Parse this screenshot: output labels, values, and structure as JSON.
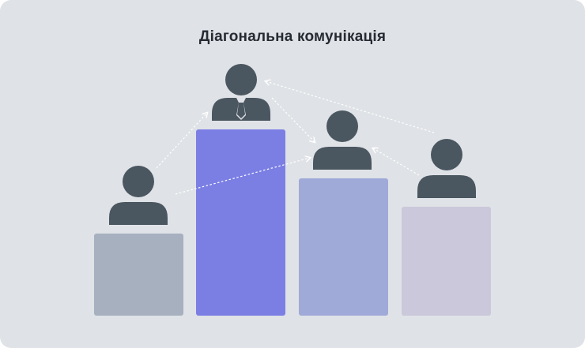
{
  "title": "Діагональна комунікація",
  "colors": {
    "background": "#dfe2e6",
    "person": "#4a5660",
    "arrow": "#ffffff",
    "pedestal_1": "#a7b0bf",
    "pedestal_2": "#7b7fe4",
    "pedestal_3": "#a0aad8",
    "pedestal_4": "#cac8da"
  },
  "hierarchy": {
    "levels": [
      {
        "id": "level-1",
        "person": "person-icon",
        "rank": 4
      },
      {
        "id": "level-2",
        "person": "manager-with-tie-icon",
        "rank": 1
      },
      {
        "id": "level-3",
        "person": "person-icon",
        "rank": 2
      },
      {
        "id": "level-4",
        "person": "person-icon",
        "rank": 3
      }
    ],
    "arrows": [
      {
        "from": "level-1",
        "to": "level-2"
      },
      {
        "from": "level-1",
        "to": "level-3"
      },
      {
        "from": "level-2",
        "to": "level-3"
      },
      {
        "from": "level-4",
        "to": "level-3"
      },
      {
        "from": "level-4",
        "to": "level-2"
      }
    ]
  }
}
